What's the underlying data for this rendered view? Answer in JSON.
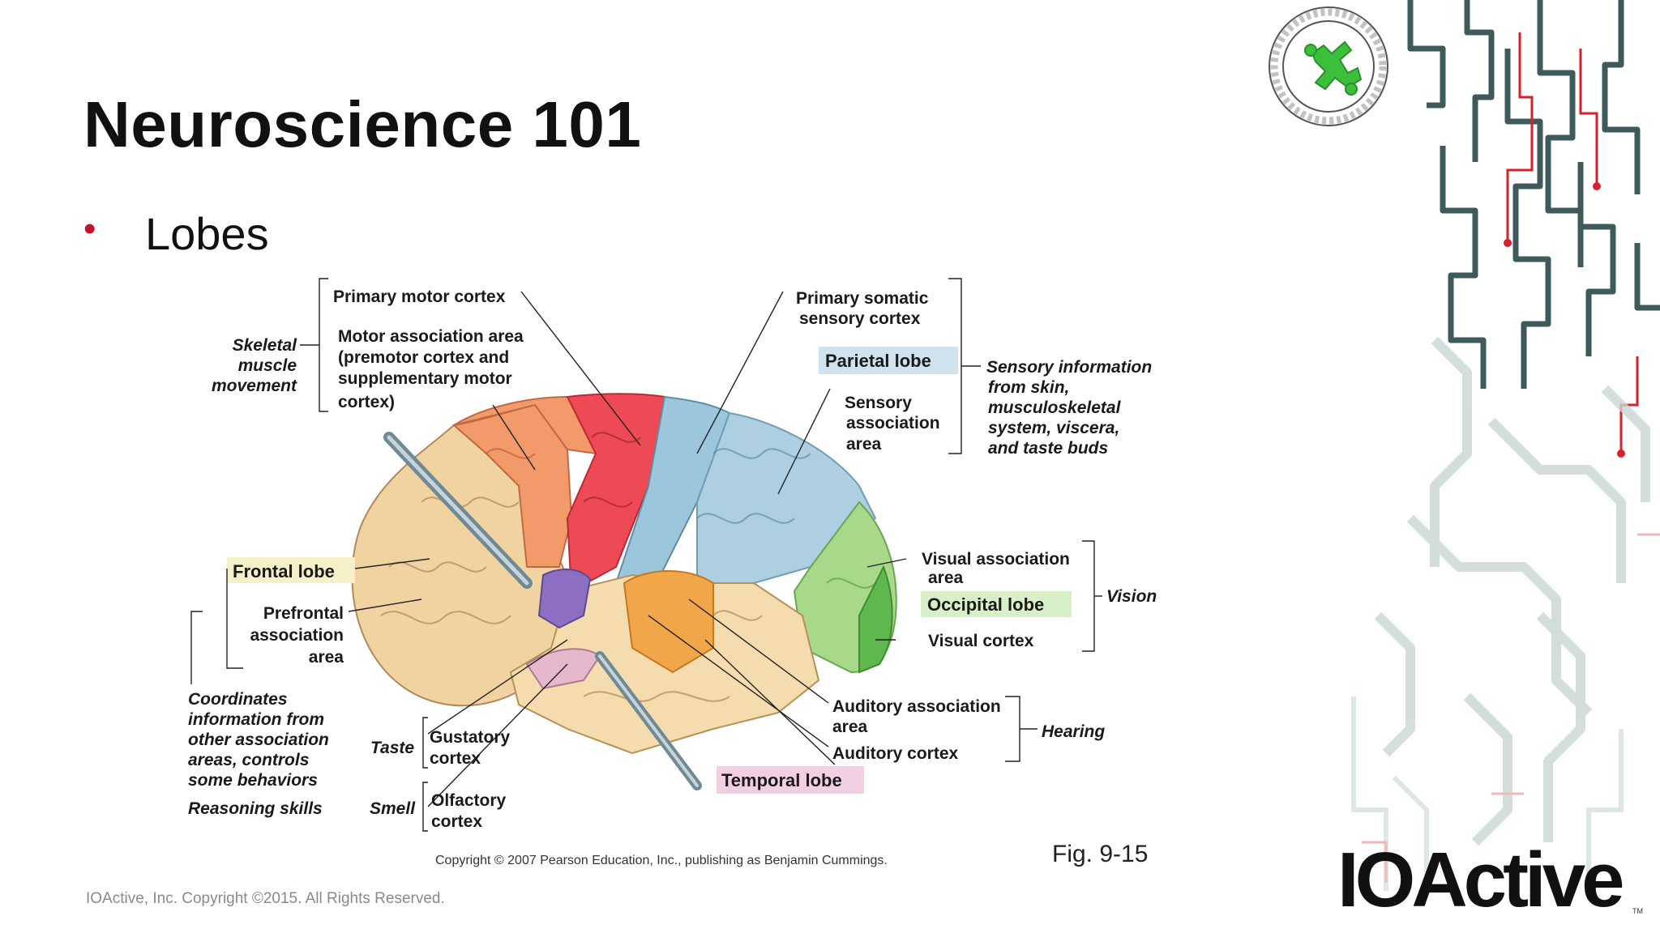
{
  "slide": {
    "title": "Neuroscience 101",
    "bullet": "Lobes",
    "footer": "IOActive, Inc. Copyright ©2015.  All Rights Reserved."
  },
  "figure": {
    "labels": {
      "primary_motor_cortex": "Primary motor cortex",
      "motor_assoc_1": "Motor association area",
      "motor_assoc_2": "(premotor cortex and",
      "motor_assoc_3": "supplementary motor",
      "motor_assoc_4": "cortex)",
      "skeletal_1": "Skeletal",
      "skeletal_2": "muscle",
      "skeletal_3": "movement",
      "primary_somatic_1": "Primary somatic",
      "primary_somatic_2": "sensory cortex",
      "parietal_lobe": "Parietal lobe",
      "sensory_assoc_1": "Sensory",
      "sensory_assoc_2": "association",
      "sensory_assoc_3": "area",
      "sensory_info_1": "Sensory information",
      "sensory_info_2": "from skin,",
      "sensory_info_3": "musculoskeletal",
      "sensory_info_4": "system, viscera,",
      "sensory_info_5": "and taste buds",
      "frontal_lobe": "Frontal lobe",
      "prefrontal_1": "Prefrontal",
      "prefrontal_2": "association",
      "prefrontal_3": "area",
      "coord_1": "Coordinates",
      "coord_2": "information from",
      "coord_3": "other association",
      "coord_4": "areas, controls",
      "coord_5": "some behaviors",
      "reasoning": "Reasoning skills",
      "taste": "Taste",
      "gustatory_1": "Gustatory",
      "gustatory_2": "cortex",
      "smell": "Smell",
      "olfactory_1": "Olfactory",
      "olfactory_2": "cortex",
      "visual_assoc_1": "Visual association",
      "visual_assoc_2": "area",
      "occipital_lobe": "Occipital lobe",
      "visual_cortex": "Visual cortex",
      "vision": "Vision",
      "auditory_assoc_1": "Auditory association",
      "auditory_assoc_2": "area",
      "auditory_cortex": "Auditory cortex",
      "hearing": "Hearing",
      "temporal_lobe": "Temporal lobe",
      "copyright": "Copyright © 2007 Pearson Education, Inc., publishing as Benjamin Cummings.",
      "fig": "Fig. 9-15"
    }
  },
  "logo": {
    "text": "IOActive",
    "tm": "TM"
  },
  "colors": {
    "bullet": "#c8102e",
    "frontal_highlight": "#f5f0c8",
    "parietal_highlight": "#cfe3ee",
    "occipital_highlight": "#d8f0c8",
    "temporal_highlight": "#f3cfe3",
    "circuit_dark": "#3f5a5a",
    "circuit_red": "#d8202a",
    "seal_green": "#3cc03c"
  }
}
